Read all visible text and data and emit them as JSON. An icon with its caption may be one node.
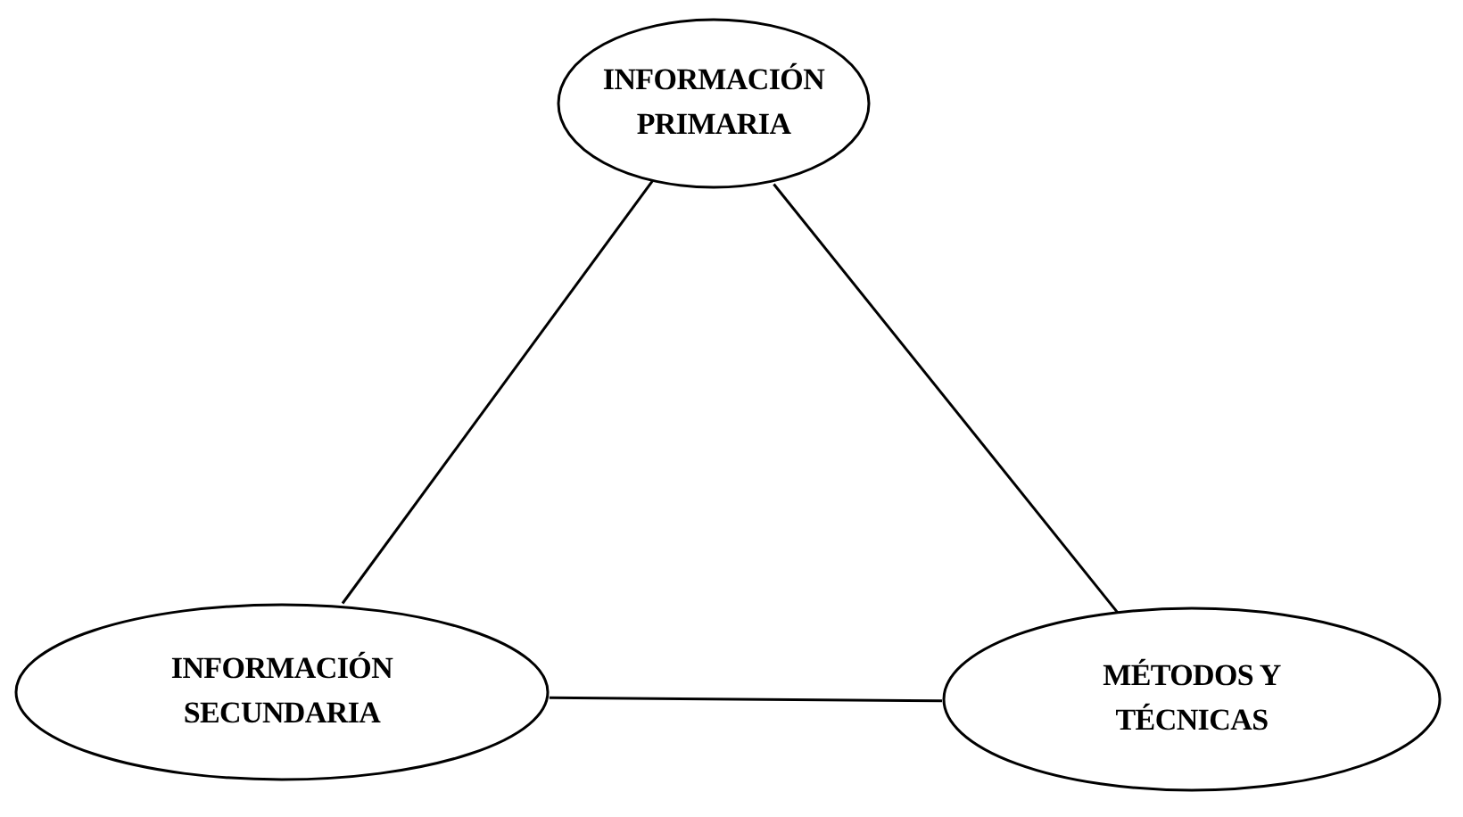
{
  "diagram": {
    "nodes": [
      {
        "text": [
          "INFORMACIÓN PRIMARIA"
        ]
      },
      {
        "text": [
          "INFORMACIÓN SECUNDARIA"
        ]
      },
      {
        "text": [
          "MÉTODOS Y TÉCNICAS"
        ]
      }
    ],
    "edges": [
      {
        "from": 0,
        "to": 1,
        "arrow": "none"
      },
      {
        "from": 0,
        "to": 2,
        "arrow": "none"
      },
      {
        "from": 1,
        "to": 2,
        "arrow": "none"
      }
    ]
  }
}
